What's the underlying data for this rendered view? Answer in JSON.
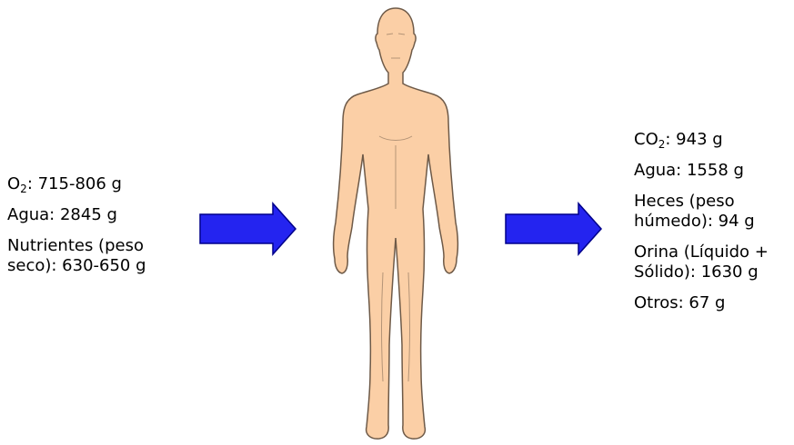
{
  "inputs": {
    "oxygen_formula": {
      "base": "O",
      "subscript": "2"
    },
    "oxygen_value": ": 715-806 g",
    "water": "Agua: 2845 g",
    "nutrients_line1": "Nutrientes (peso",
    "nutrients_line2": "seco): 630-650 g"
  },
  "outputs": {
    "co2_formula": {
      "base": "CO",
      "subscript": "2"
    },
    "co2_value": ": 943 g",
    "water": "Agua: 1558 g",
    "feces_line1": "Heces (peso",
    "feces_line2": "húmedo): 94 g",
    "urine_line1": "Orina (Líquido +",
    "urine_line2": "Sólido): 1630 g",
    "others": "Otros: 67 g"
  },
  "colors": {
    "arrow_fill": "#2424f0",
    "arrow_stroke": "#00008a",
    "skin": "#fbcfa6",
    "skin_outline": "#6e5a48"
  },
  "icons": [
    "human-body-figure",
    "right-arrow-icon"
  ]
}
